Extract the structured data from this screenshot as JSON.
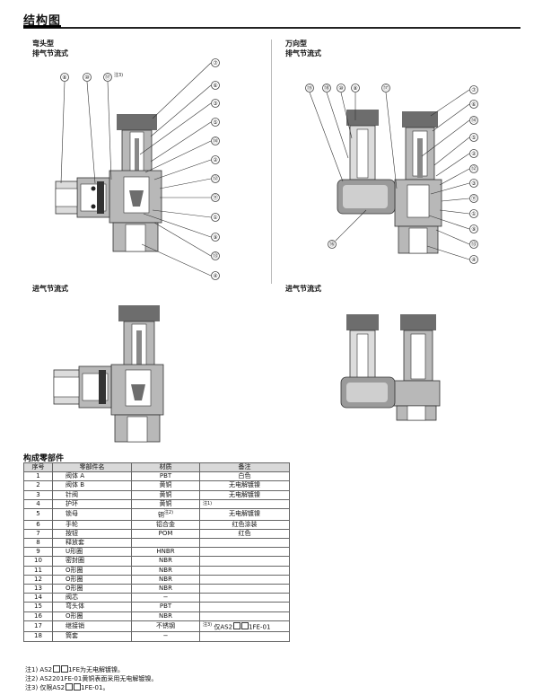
{
  "header": {
    "title": "结构图"
  },
  "sections": {
    "elbow_type": "弯头型",
    "exhaust_flow_left": "排气节流式",
    "universal_type": "万向型",
    "exhaust_flow_right": "排气节流式",
    "inlet_flow_left": "进气节流式",
    "inlet_flow_right": "进气节流式"
  },
  "callouts": {
    "elbow": {
      "top": [
        "⑧",
        "⑩",
        "⑰"
      ],
      "top_note": "注3)",
      "right": [
        "⑦",
        "⑥",
        "③",
        "⑤",
        "⑭",
        "②",
        "⑫",
        "⑪",
        "①",
        "⑨",
        "⑬",
        "④"
      ]
    },
    "universal": {
      "top": [
        "⑮",
        "⑱",
        "⑩",
        "⑧",
        "⑰"
      ],
      "right": [
        "⑦",
        "⑥",
        "⑭",
        "⑤",
        "②",
        "⑫",
        "③",
        "⑪",
        "①",
        "⑨",
        "⑬",
        "④"
      ],
      "bottom": [
        "⑯"
      ]
    }
  },
  "parts_table": {
    "title": "构成零部件",
    "headers": [
      "序号",
      "零部件名",
      "材质",
      "备注"
    ],
    "rows": [
      {
        "no": "1",
        "name": "阀体 A",
        "material": "PBT",
        "note": "白色"
      },
      {
        "no": "2",
        "name": "阀体 B",
        "material": "黄铜",
        "note": "无电解镀镍"
      },
      {
        "no": "3",
        "name": "针阀",
        "material": "黄铜",
        "note": "无电解镀镍"
      },
      {
        "no": "4",
        "name": "护环",
        "material": "黄铜",
        "note": "注1)"
      },
      {
        "no": "5",
        "name": "锁母",
        "material": "铜",
        "material_sup": "注2)",
        "note": "无电解镀镍"
      },
      {
        "no": "6",
        "name": "手轮",
        "material": "铝合金",
        "note": "红色涂装"
      },
      {
        "no": "7",
        "name": "按钮",
        "material": "POM",
        "note": "红色"
      },
      {
        "no": "8",
        "name": "释放套",
        "material": "",
        "note": ""
      },
      {
        "no": "9",
        "name": "U形圈",
        "material": "HNBR",
        "note": ""
      },
      {
        "no": "10",
        "name": "密封圈",
        "material": "NBR",
        "note": ""
      },
      {
        "no": "11",
        "name": "O形圈",
        "material": "NBR",
        "note": ""
      },
      {
        "no": "12",
        "name": "O形圈",
        "material": "NBR",
        "note": ""
      },
      {
        "no": "13",
        "name": "O形圈",
        "material": "NBR",
        "note": ""
      },
      {
        "no": "14",
        "name": "阀芯",
        "material": "−",
        "note": ""
      },
      {
        "no": "15",
        "name": "弯头体",
        "material": "PBT",
        "note": ""
      },
      {
        "no": "16",
        "name": "O形圈",
        "material": "NBR",
        "note": ""
      },
      {
        "no": "17",
        "name": "继接销",
        "material": "不锈钢",
        "note_sup": "注3)",
        "note_a": "仅AS2",
        "note_b": "1FE-01"
      },
      {
        "no": "18",
        "name": "筒套",
        "material": "−",
        "note": ""
      }
    ]
  },
  "notes": {
    "n1_a": "注1) AS2",
    "n1_b": "1FE为无电解镀镍。",
    "n2": "注2) AS2201FE-01黄铜表面采用无电解镀镍。",
    "n3_a": "注3) 仅限AS2",
    "n3_b": "1FE-01。"
  },
  "colors": {
    "body_gray": "#b8b8b8",
    "dark_gray": "#6d6d6d",
    "header_bg": "#d9d9d9"
  }
}
